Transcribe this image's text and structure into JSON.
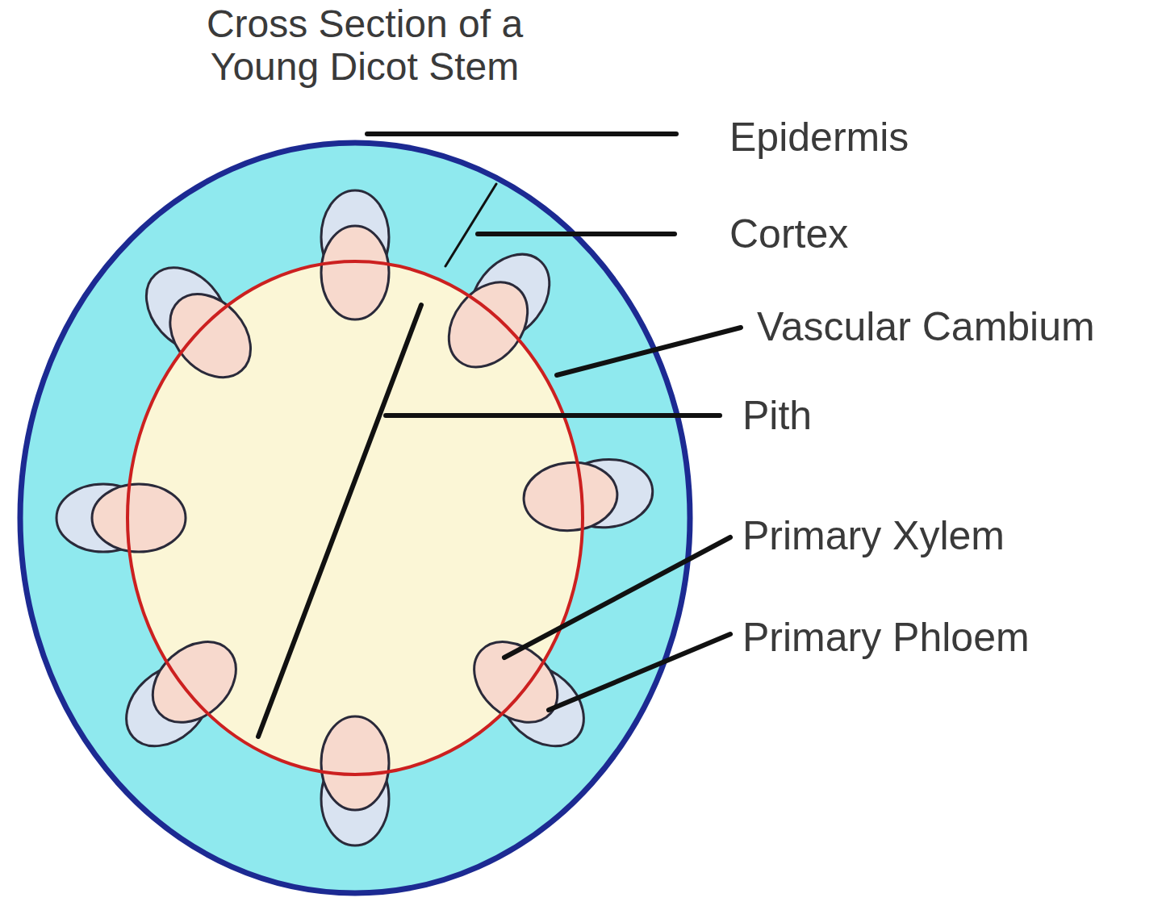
{
  "diagram": {
    "title": "Cross Section of a Young Dicot Stem",
    "labels": [
      "Epidermis",
      "Cortex",
      "Vascular Cambium",
      "Pith",
      "Primary Xylem",
      "Primary Phloem"
    ]
  }
}
